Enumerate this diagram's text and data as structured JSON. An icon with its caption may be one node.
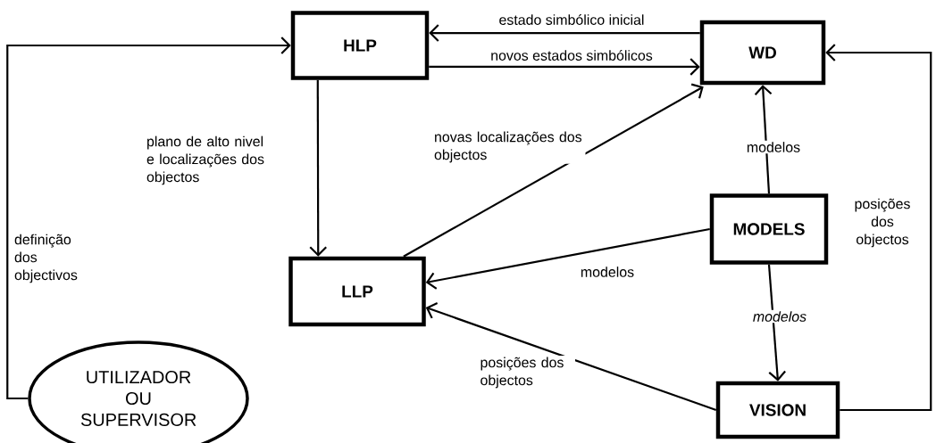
{
  "diagram": {
    "nodes": [
      {
        "text": [
          "HLP"
        ]
      },
      {
        "text": [
          "WD"
        ]
      },
      {
        "text": [
          "LLP"
        ]
      },
      {
        "text": [
          "MODELS"
        ]
      },
      {
        "text": [
          "VISION"
        ]
      },
      {
        "text": [
          "UTILIZADOR OU SUPERVISOR"
        ]
      }
    ],
    "edges": [
      {
        "from": 1,
        "to": 0,
        "arrow": "to",
        "label": "estado simbólico inicial"
      },
      {
        "from": 0,
        "to": 1,
        "arrow": "to",
        "label": "novos estados simbólicos"
      },
      {
        "from": 5,
        "to": 0,
        "arrow": "to",
        "label": "definição dos objectivos"
      },
      {
        "from": 0,
        "to": 2,
        "arrow": "to",
        "label": "plano de alto nivel e localizações dos objectos"
      },
      {
        "from": 2,
        "to": 1,
        "arrow": "to",
        "label": "novas localizações dos objectos"
      },
      {
        "from": 3,
        "to": 1,
        "arrow": "to",
        "label": "modelos"
      },
      {
        "from": 3,
        "to": 2,
        "arrow": "to",
        "label": "modelos"
      },
      {
        "from": 3,
        "to": 4,
        "arrow": "to",
        "label": "modelos"
      },
      {
        "from": 4,
        "to": 2,
        "arrow": "to",
        "label": "posições dos objectos"
      },
      {
        "from": 4,
        "to": 1,
        "arrow": "to",
        "label": "posições dos objectos"
      }
    ]
  }
}
